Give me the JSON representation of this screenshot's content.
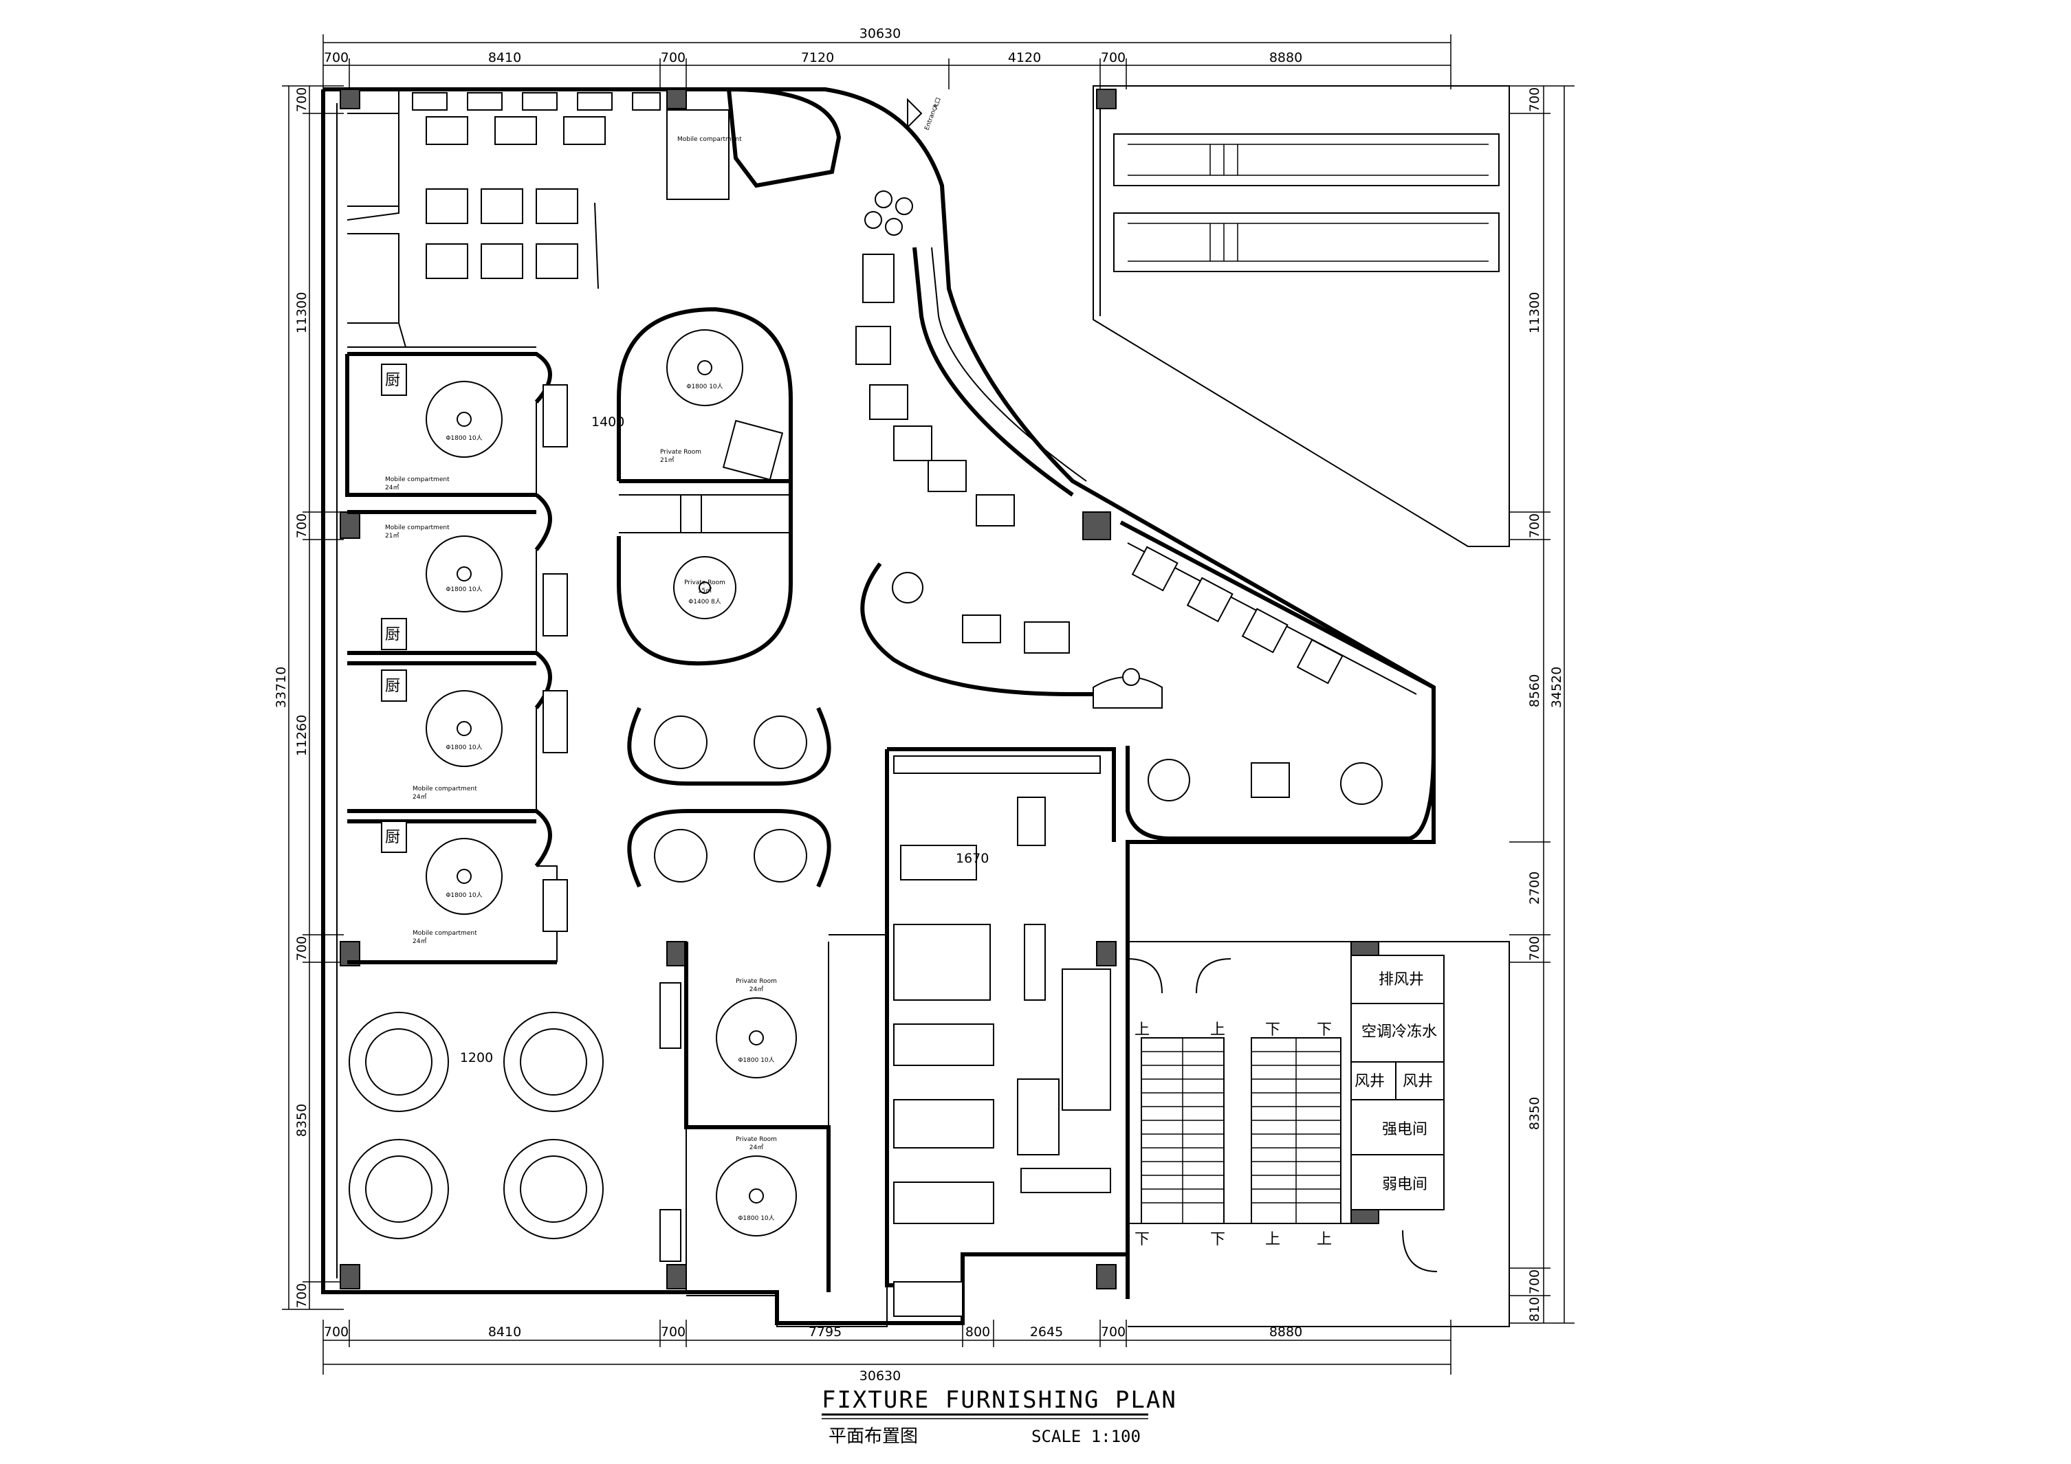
{
  "title": "FIXTURE FURNISHING PLAN",
  "subtitle": "平面布置图",
  "scale": "SCALE 1:100",
  "dims": {
    "top_total": "30630",
    "top": [
      "700",
      "8410",
      "700",
      "7120",
      "4120",
      "700",
      "8880"
    ],
    "bottom_total": "30630",
    "bottom": [
      "700",
      "8410",
      "700",
      "7795",
      "800",
      "2645",
      "700",
      "8880"
    ],
    "left_total": "33710",
    "left": [
      "700",
      "11300",
      "700",
      "11260",
      "700",
      "8350",
      "700"
    ],
    "right_total": "34520",
    "right": [
      "700",
      "11300",
      "700",
      "8560",
      "2700",
      "700",
      "8350",
      "700",
      "810"
    ],
    "inner_1400": "1400",
    "inner_1200": "1200",
    "inner_1670": "1670"
  },
  "rooms": {
    "mobile_compartment": "Mobile compartment",
    "private_room": "Private Room",
    "table_10": "Φ1800 10人",
    "table_10b": "Φ1400 8人",
    "area_24": "24㎡",
    "area_21": "21㎡",
    "area_15": "15㎡",
    "entrance": "Entrance",
    "entrance_cn": "入口"
  },
  "service": {
    "exhaust": "排风井",
    "ac": "空调冷冻水",
    "wind1": "风井",
    "wind2": "风井",
    "strong": "强电间",
    "weak": "弱电间",
    "up": "上",
    "down": "下"
  }
}
